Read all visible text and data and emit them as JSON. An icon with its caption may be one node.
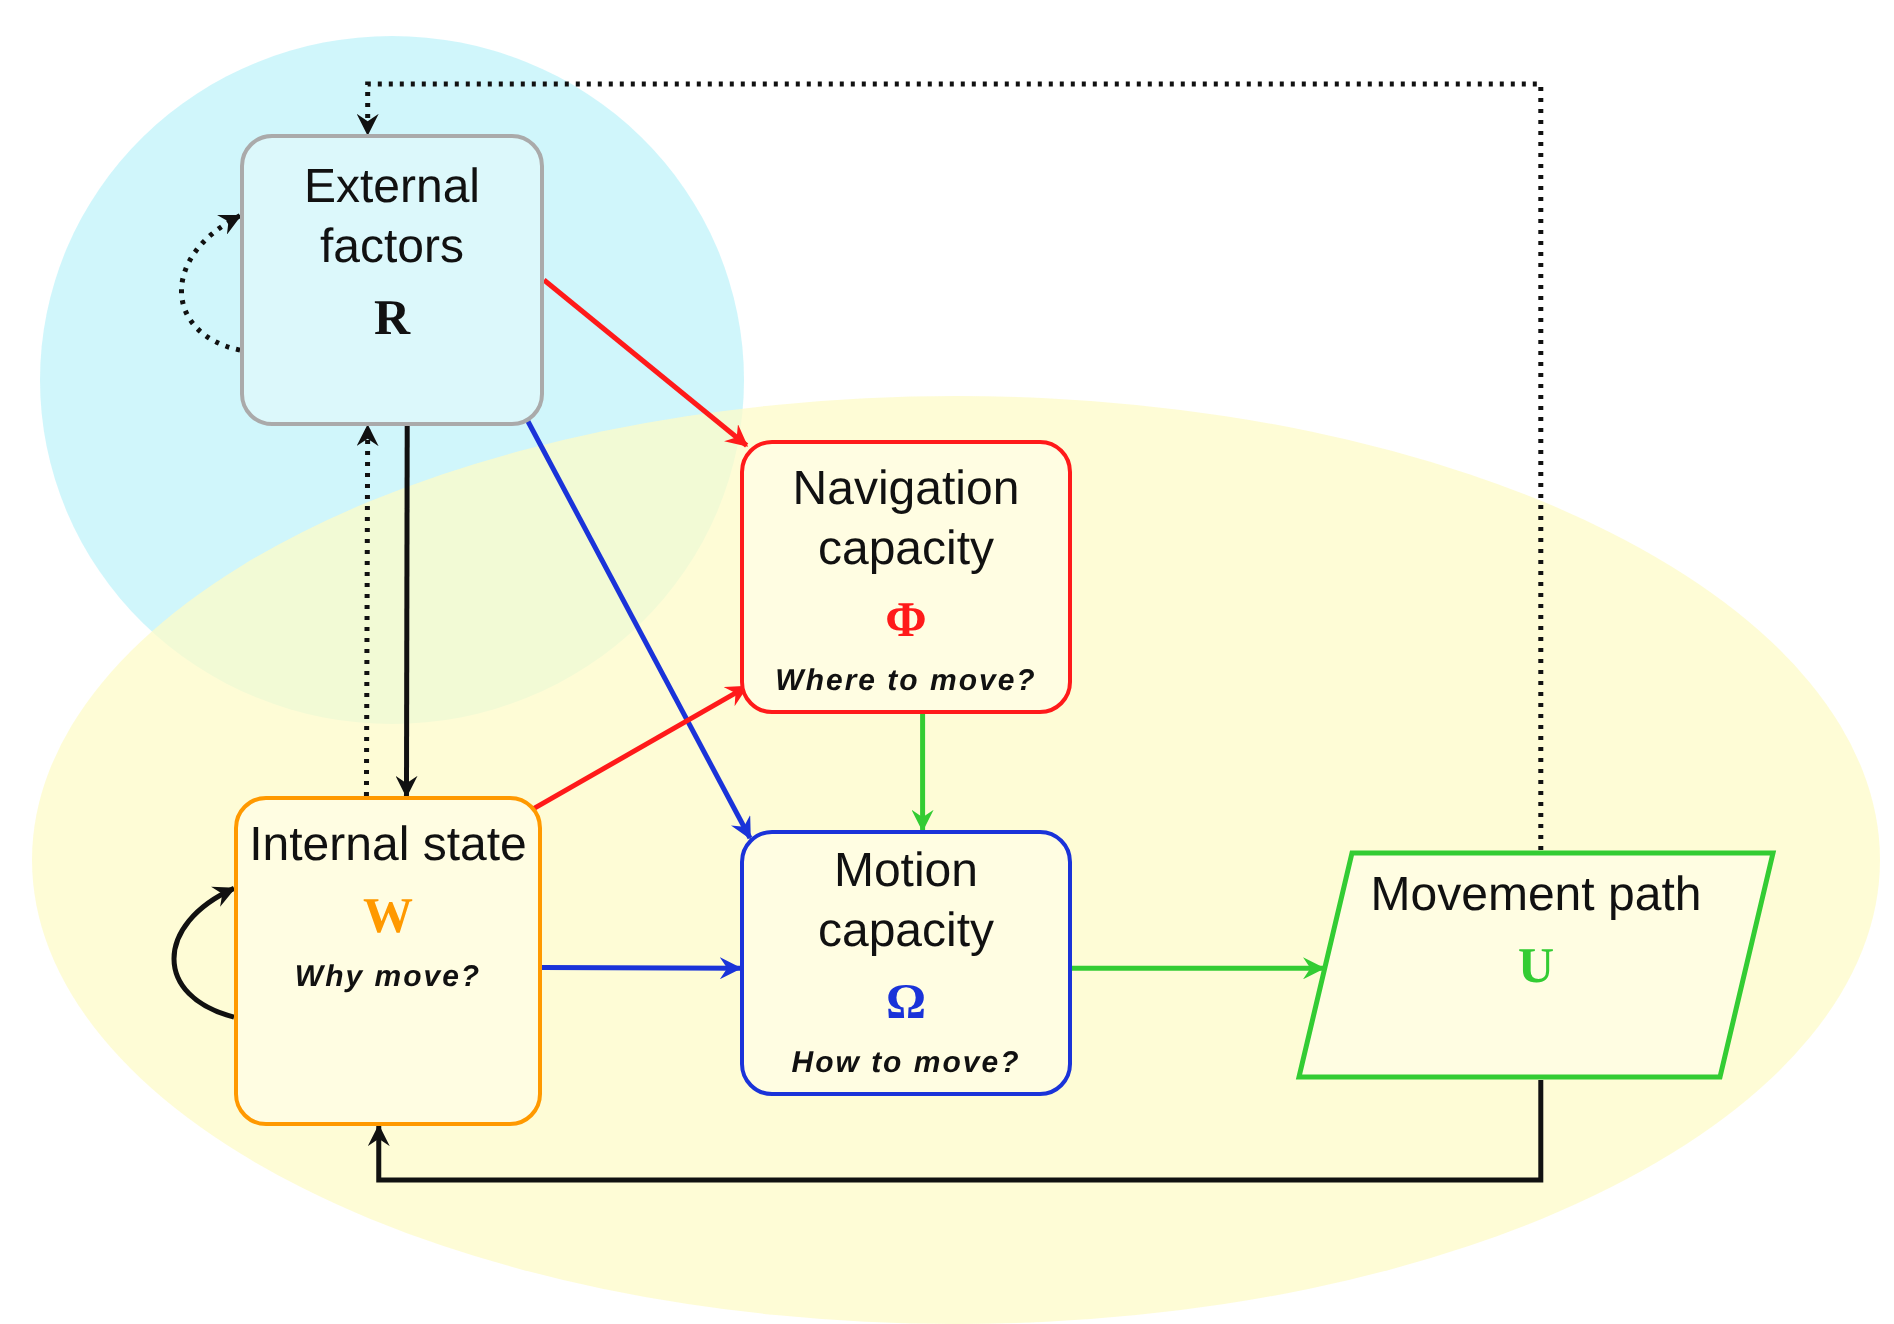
{
  "diagram": {
    "nodes": [
      {
        "text": [
          "External factors",
          "R"
        ]
      },
      {
        "text": [
          "Navigation capacity",
          "Φ",
          "Where to move?"
        ]
      },
      {
        "text": [
          "Internal state",
          "W",
          "Why move?"
        ]
      },
      {
        "text": [
          "Motion capacity",
          "Ω",
          "How to move?"
        ]
      },
      {
        "text": [
          "Movement path",
          "U"
        ]
      }
    ],
    "edges": [
      {
        "from": 0,
        "to": 1,
        "arrow": "to",
        "color": "#ff1a1a"
      },
      {
        "from": 0,
        "to": 3,
        "arrow": "to",
        "color": "#1a33d9"
      },
      {
        "from": 0,
        "to": 2,
        "arrow": "to"
      },
      {
        "from": 2,
        "to": 0,
        "arrow": "to",
        "style": "dashed"
      },
      {
        "from": 0,
        "to": 0,
        "arrow": "to",
        "style": "dashed"
      },
      {
        "from": 2,
        "to": 2,
        "arrow": "to"
      },
      {
        "from": 2,
        "to": 1,
        "arrow": "to",
        "color": "#ff1a1a"
      },
      {
        "from": 2,
        "to": 3,
        "arrow": "to",
        "color": "#1a33d9"
      },
      {
        "from": 1,
        "to": 3,
        "arrow": "to",
        "color": "#33cc33"
      },
      {
        "from": 3,
        "to": 4,
        "arrow": "to",
        "color": "#33cc33"
      },
      {
        "from": 4,
        "to": 2,
        "arrow": "to"
      },
      {
        "from": 4,
        "to": 0,
        "arrow": "to",
        "style": "dashed"
      }
    ]
  }
}
